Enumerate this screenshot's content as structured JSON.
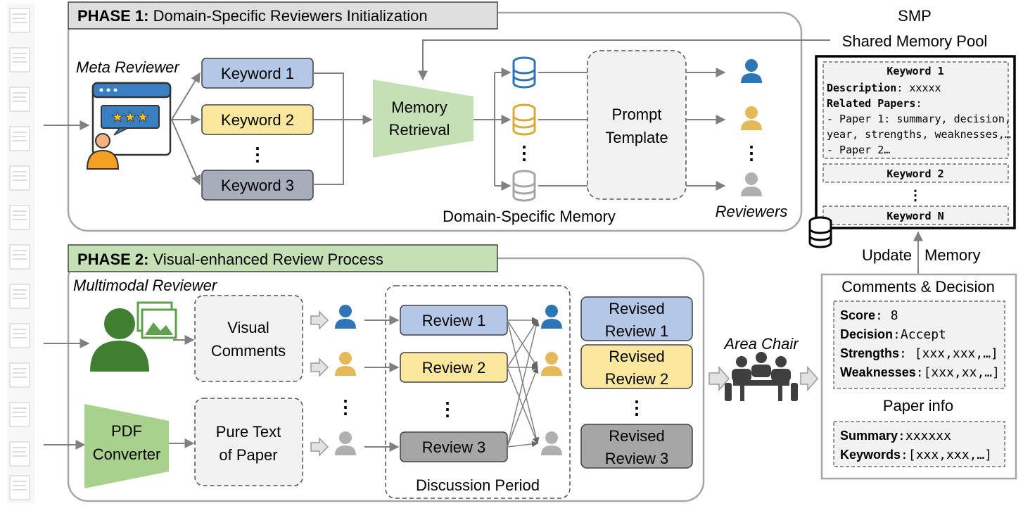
{
  "phase1": {
    "title_bold": "PHASE 1:",
    "title_rest": " Domain-Specific Reviewers Initialization",
    "meta_reviewer": "Meta Reviewer",
    "keywords": [
      "Keyword 1",
      "Keyword 2",
      "Keyword 3"
    ],
    "keyword_colors": [
      "#b4c7e7",
      "#fbe79d",
      "#a6adbb"
    ],
    "memory_retrieval": [
      "Memory",
      "Retrieval"
    ],
    "prompt_template": [
      "Prompt",
      "Template"
    ],
    "domain_memory": "Domain-Specific Memory",
    "reviewers": "Reviewers"
  },
  "smp": {
    "title1": "SMP",
    "title2": "Shared Memory Pool",
    "keyword1": "Keyword 1",
    "description_label": "Description",
    "description_value": ": xxxxx",
    "related_label": "Related Papers",
    "related_colon": ":",
    "paper1_line1": "- Paper 1: summary, decision,",
    "paper1_line2": "year, strengths, weaknesses,…",
    "paper2": "- Paper 2…",
    "keyword2": "Keyword 2",
    "keywordN": "Keyword N",
    "update_left": "Update",
    "update_right": "Memory"
  },
  "phase2": {
    "title_bold": "PHASE 2:",
    "title_rest": " Visual-enhanced Review Process",
    "multimodal_reviewer": "Multimodal Reviewer",
    "visual_comments": [
      "Visual",
      "Comments"
    ],
    "pdf_converter": [
      "PDF",
      "Converter"
    ],
    "pure_text": [
      "Pure Text",
      "of Paper"
    ],
    "reviews": [
      "Review 1",
      "Review 2",
      "Review 3"
    ],
    "discussion": "Discussion Period",
    "revised": [
      [
        "Revised",
        "Review 1"
      ],
      [
        "Revised",
        "Review 2"
      ],
      [
        "Revised",
        "Review 3"
      ]
    ],
    "area_chair": "Area Chair"
  },
  "output": {
    "comments_title": "Comments & Decision",
    "score_label": "Score",
    "score_value": ": 8",
    "decision_label": "Decision",
    "decision_value": ":Accept",
    "strengths_label": "Strengths",
    "strengths_value": ": [xxx,xxx,…]",
    "weaknesses_label": "Weaknesses",
    "weaknesses_value": ":[xxx,xx,…]",
    "paper_info": "Paper info",
    "summary_label": "Summary",
    "summary_value": ":xxxxxx",
    "keywords_label": "Keywords",
    "keywords_value": ":[xxx,xxx,…]"
  },
  "colors": {
    "blue": "#2e75b6",
    "yellow": "#d9a93a",
    "gray": "#a5a5a5",
    "green_fill": "#a9d18e",
    "green_light": "#c5e0b4",
    "dark_green": "#3f7f2f",
    "phase1_header": "#dedede",
    "phase2_header": "#c5e0b4"
  }
}
